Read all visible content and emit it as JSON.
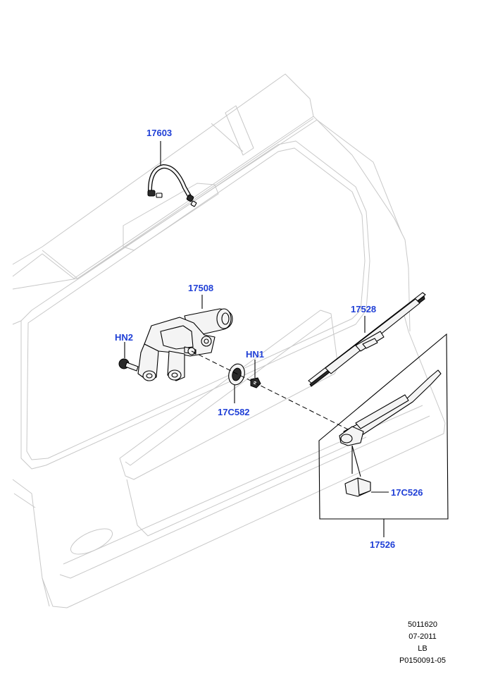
{
  "colors": {
    "label": "#1f3fd6",
    "ghost_line": "#c8c8c8",
    "part_outline": "#000000"
  },
  "callouts": {
    "washer_hose": "17603",
    "wiper_motor": "17508",
    "bolt_left": "HN2",
    "nut_right": "HN1",
    "grommet": "17C582",
    "wiper_blade": "17528",
    "arm_cap": "17C526",
    "wiper_arm_assembly": "17526"
  },
  "footer": {
    "line1": "5011620",
    "line2": "07-2011",
    "line3": "LB",
    "line4": "P0150091-05"
  }
}
